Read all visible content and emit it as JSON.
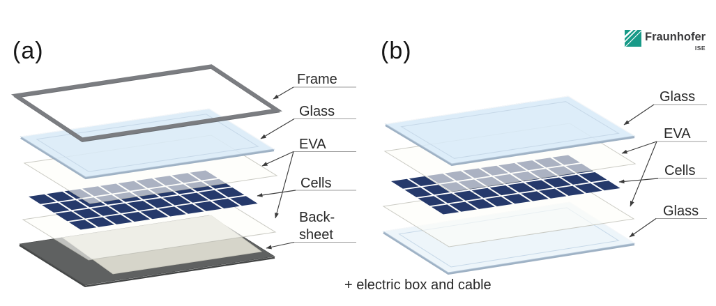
{
  "page": {
    "background": "#ffffff"
  },
  "figures": {
    "a_label": "(a)",
    "b_label": "(b)"
  },
  "footer": {
    "text": "+ electric box and cable"
  },
  "logo": {
    "brand": "Fraunhofer",
    "institute": "ISE",
    "emblem_color": "#189a88",
    "text_color": "#3a3a3c"
  },
  "colors": {
    "frame": "#7b7d81",
    "frame_shadow": "#56585d",
    "glass_fill": "#d9eaf7",
    "glass_fill_b_top": "#d8eaf8",
    "glass_fill_b_bottom": "#e9f2f9",
    "glass_stroke": "#b3c6d8",
    "glass_edge": "#93a9be",
    "glass_inner": "#c6d8e8",
    "eva_fill": "#fdfdf8",
    "eva_outline": "#b9b9b0",
    "cell": "#25396b",
    "backsheet_inner": "#d6d5ca",
    "backsheet_inner_stroke": "#c6c5ba",
    "backsheet_dark": "#5f6161",
    "backsheet_dark_edge": "#434545",
    "label_text": "#282828",
    "leader": "#3b3b3b",
    "underline": "#9b9b9b"
  },
  "diagram_a": {
    "annotations": [
      {
        "id": "frame",
        "lines": [
          "Frame"
        ]
      },
      {
        "id": "glass",
        "lines": [
          "Glass"
        ]
      },
      {
        "id": "eva",
        "lines": [
          "EVA"
        ]
      },
      {
        "id": "cells",
        "lines": [
          "Cells"
        ]
      },
      {
        "id": "backsheet",
        "lines": [
          "Back-",
          "sheet"
        ]
      }
    ],
    "cells_grid": {
      "rows": 4,
      "cols": 10
    }
  },
  "diagram_b": {
    "annotations": [
      {
        "id": "glass-top",
        "lines": [
          "Glass"
        ]
      },
      {
        "id": "eva",
        "lines": [
          "EVA"
        ]
      },
      {
        "id": "cells",
        "lines": [
          "Cells"
        ]
      },
      {
        "id": "glass-bottom",
        "lines": [
          "Glass"
        ]
      }
    ],
    "cells_grid": {
      "rows": 4,
      "cols": 10
    }
  }
}
